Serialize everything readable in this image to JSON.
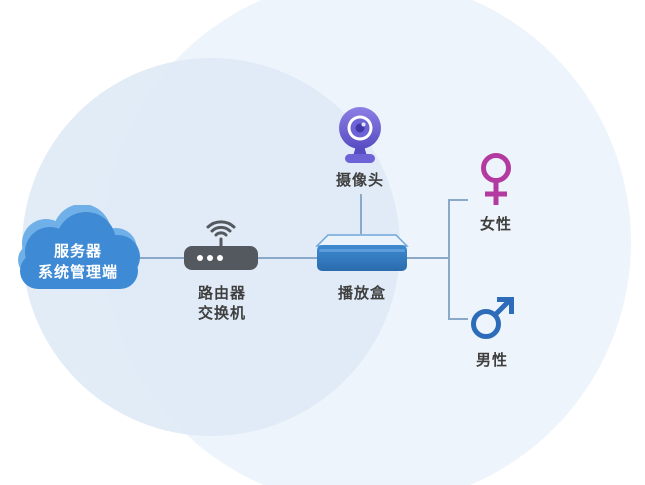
{
  "diagram": {
    "server": {
      "line1": "服务器",
      "line2": "系统管理端",
      "icon": "cloud-icon"
    },
    "router": {
      "line1": "路由器",
      "line2": "交换机",
      "icon": "router-wifi-icon"
    },
    "camera": {
      "label": "摄像头",
      "icon": "webcam-icon"
    },
    "player": {
      "label": "播放盒",
      "icon": "settop-box-icon"
    },
    "female": {
      "label": "女性",
      "icon": "female-gender-icon"
    },
    "male": {
      "label": "男性",
      "icon": "male-gender-icon"
    },
    "colors": {
      "cloud_blue": "#3f8ad4",
      "cloud_light_blue": "#6fb0e8",
      "router_gray": "#54595f",
      "player_blue": "#2f7dc2",
      "camera_purple": "#6a5fd2",
      "female_magenta": "#b23aa0",
      "male_blue": "#2d6cb8",
      "connector_line": "#8aa8c8",
      "bg_circle_light": "#eef4fb",
      "bg_circle_medium": "#dde9f6",
      "label_text": "#3f3f3f"
    }
  }
}
